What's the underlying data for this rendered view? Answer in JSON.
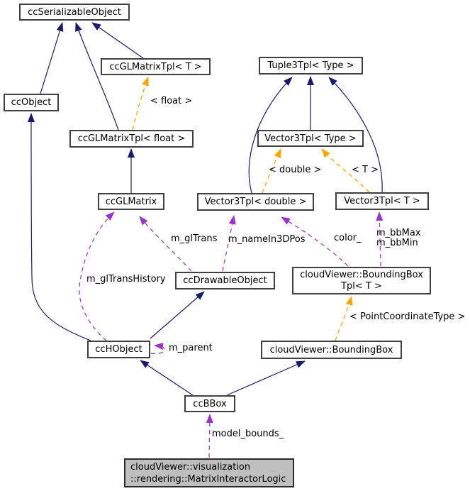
{
  "diagram": {
    "kind": "collaboration-graph",
    "focus_class": "cloudViewer::visualization::rendering::MatrixInteractorLogic"
  },
  "colors": {
    "inheritance_edge": "#191970",
    "usage_edge": "#9a32cd",
    "template_edge": "#ffa500",
    "node_fill": "#ffffff",
    "node_border": "#404040",
    "focus_node_fill": "#bfbfbf",
    "text": "#000000",
    "background": "#ffffff"
  },
  "nodes": {
    "ccSerializableObject": {
      "label": "ccSerializableObject"
    },
    "ccGLMatrixTplT": {
      "label": "ccGLMatrixTpl< T >"
    },
    "tuple3TplType": {
      "label": "Tuple3Tpl< Type >"
    },
    "ccObject": {
      "label": "ccObject"
    },
    "ccGLMatrixTplFloat": {
      "label": "ccGLMatrixTpl< float >"
    },
    "vector3TplType": {
      "label": "Vector3Tpl< Type >"
    },
    "ccGLMatrix": {
      "label": "ccGLMatrix"
    },
    "vector3TplDouble": {
      "label": "Vector3Tpl< double >"
    },
    "vector3TplT": {
      "label": "Vector3Tpl< T >"
    },
    "ccDrawableObject": {
      "label": "ccDrawableObject"
    },
    "boundingBoxTpl": {
      "line1": "cloudViewer::BoundingBox",
      "line2": "Tpl< T >"
    },
    "ccHObject": {
      "label": "ccHObject"
    },
    "cloudViewerBoundingBox": {
      "label": "cloudViewer::BoundingBox"
    },
    "ccBBox": {
      "label": "ccBBox"
    },
    "matrixInteractorLogic": {
      "line1": "cloudViewer::visualization",
      "line2": "::rendering::MatrixInteractorLogic"
    }
  },
  "edge_labels": {
    "floatInstance": "< float >",
    "doubleInstance": "< double >",
    "tInstance": "< T >",
    "pointCoordinateTypeInstance": "< PointCoordinateType >",
    "mGlTrans": "m_glTrans",
    "mNameIn3DPos": "m_nameIn3DPos",
    "mGlTransHistory": "m_glTransHistory",
    "colorMember": "color_",
    "mBbMax": "m_bbMax",
    "mBbMin": "m_bbMin",
    "mParent": "m_parent",
    "modelBounds": "model_bounds_"
  }
}
